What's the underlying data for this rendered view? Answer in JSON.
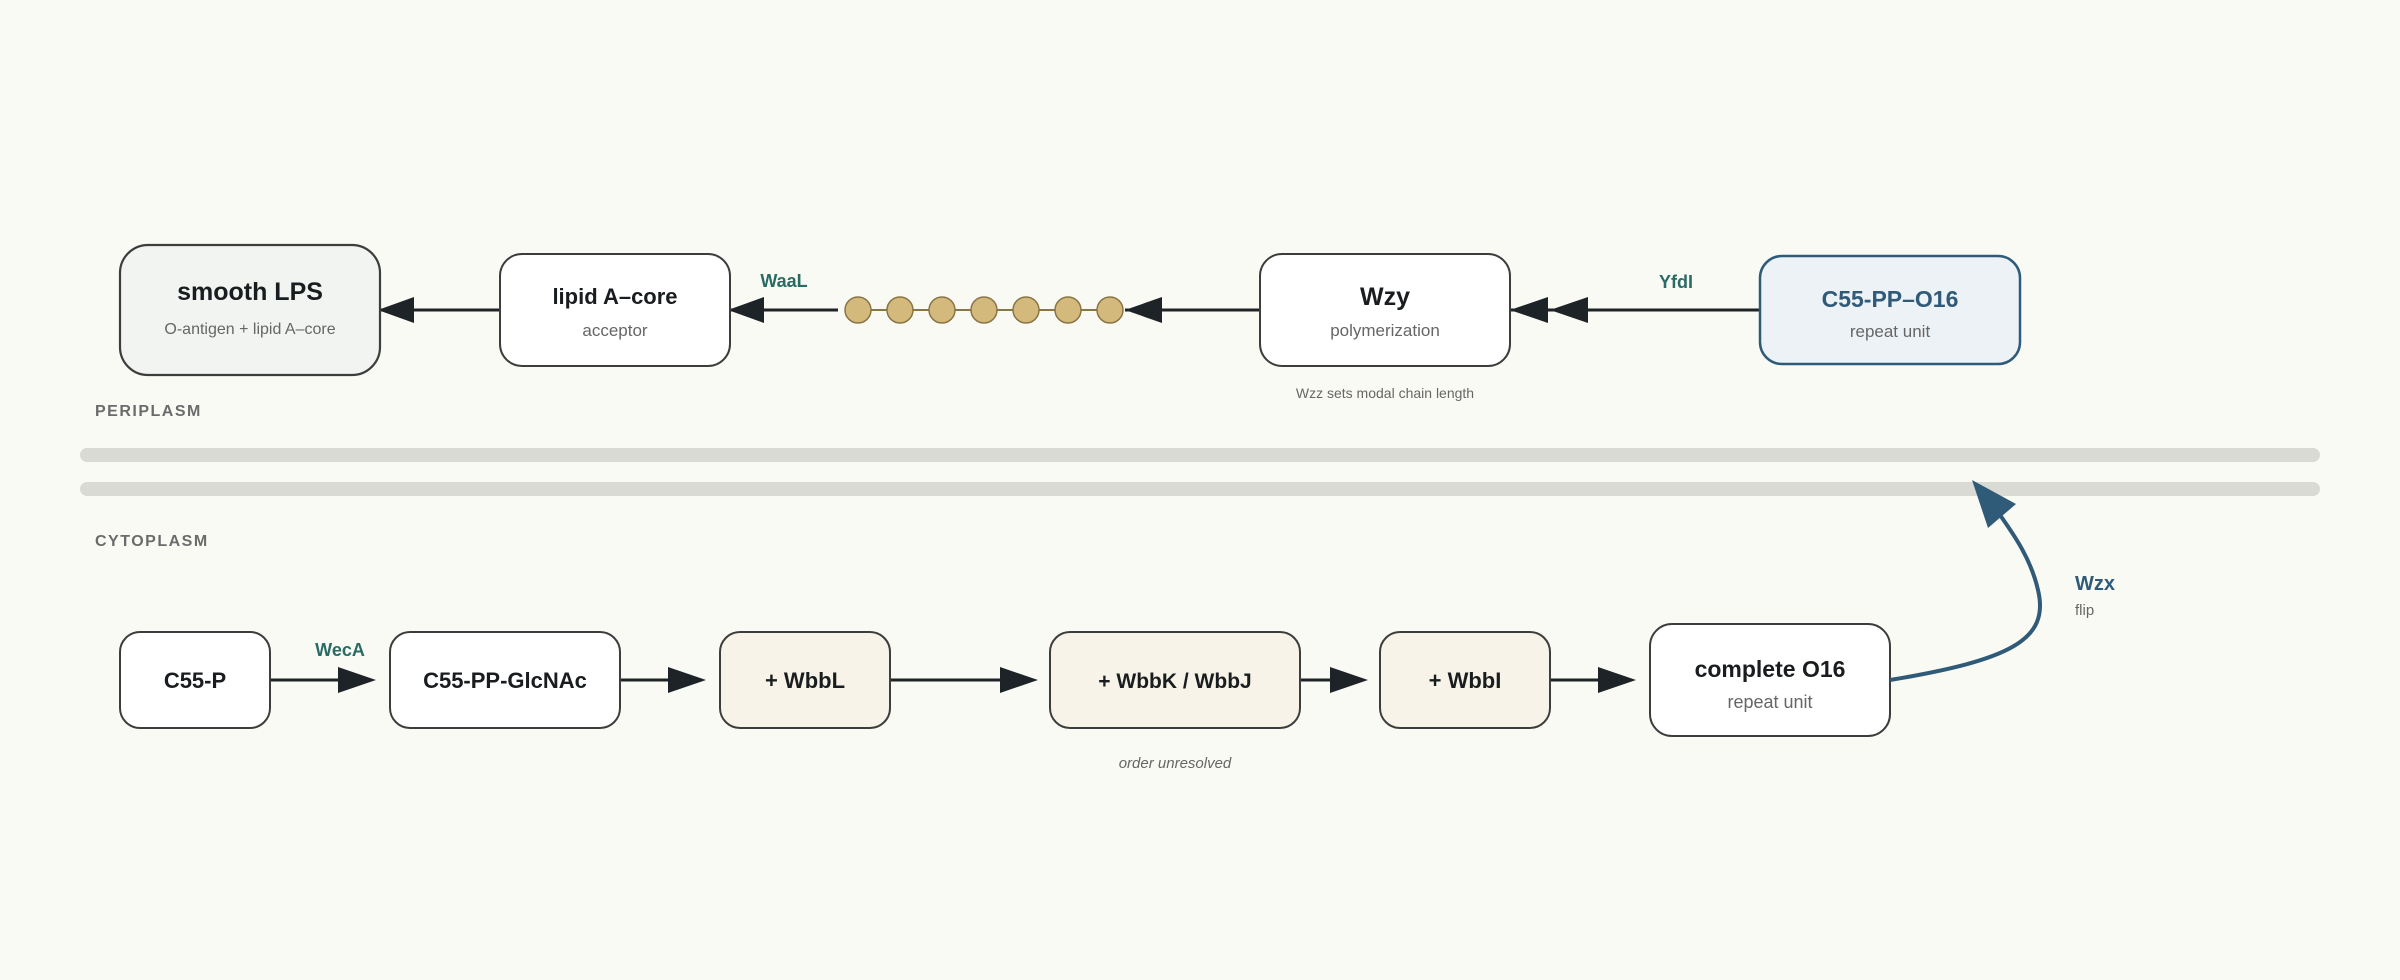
{
  "regions": {
    "periplasm": "PERIPLASM",
    "cytoplasm": "CYTOPLASM"
  },
  "periplasm_nodes": {
    "smooth_lps": {
      "title": "smooth LPS",
      "subtitle": "O-antigen + lipid A–core"
    },
    "lipid_a_core": {
      "title": "lipid A–core",
      "subtitle": "acceptor"
    },
    "wzy": {
      "title": "Wzy",
      "subtitle": "polymerization"
    },
    "c55_pp_o16": {
      "title": "C55-PP–O16",
      "subtitle": "repeat unit"
    }
  },
  "periplasm_enzymes": {
    "waal": "WaaL",
    "yfdi": "YfdI"
  },
  "periplasm_notes": {
    "wzz": "Wzz sets modal chain length"
  },
  "chain_bead_count": 7,
  "cytoplasm_nodes": {
    "c55_p": {
      "title": "C55-P"
    },
    "c55_pp_glcnac": {
      "title": "C55-PP-GlcNAc"
    },
    "wbbl": {
      "title": "+ WbbL"
    },
    "wbbk_wbbj": {
      "title": "+ WbbK / WbbJ"
    },
    "wbbi": {
      "title": "+ WbbI"
    },
    "complete_o16": {
      "title": "complete O16",
      "subtitle": "repeat unit"
    }
  },
  "cytoplasm_enzymes": {
    "weca": "WecA"
  },
  "cytoplasm_notes": {
    "order": "order unresolved"
  },
  "flip": {
    "enzyme": "Wzx",
    "label": "flip"
  },
  "colors": {
    "background": "#fafaf5",
    "node_fill": "#ffffff",
    "node_stroke": "#3d3d3d",
    "lps_fill": "#f2f4f2",
    "o16_fill": "#edf2f6",
    "o16_stroke": "#2f5a78",
    "tan_fill": "#f7f3e8",
    "bead_fill": "#d4b97d",
    "bead_stroke": "#8a7544",
    "membrane": "#d9dad3",
    "arrow": "#1d2326",
    "flip_arrow": "#2f5a78",
    "enzyme_teal": "#2a6b64"
  }
}
